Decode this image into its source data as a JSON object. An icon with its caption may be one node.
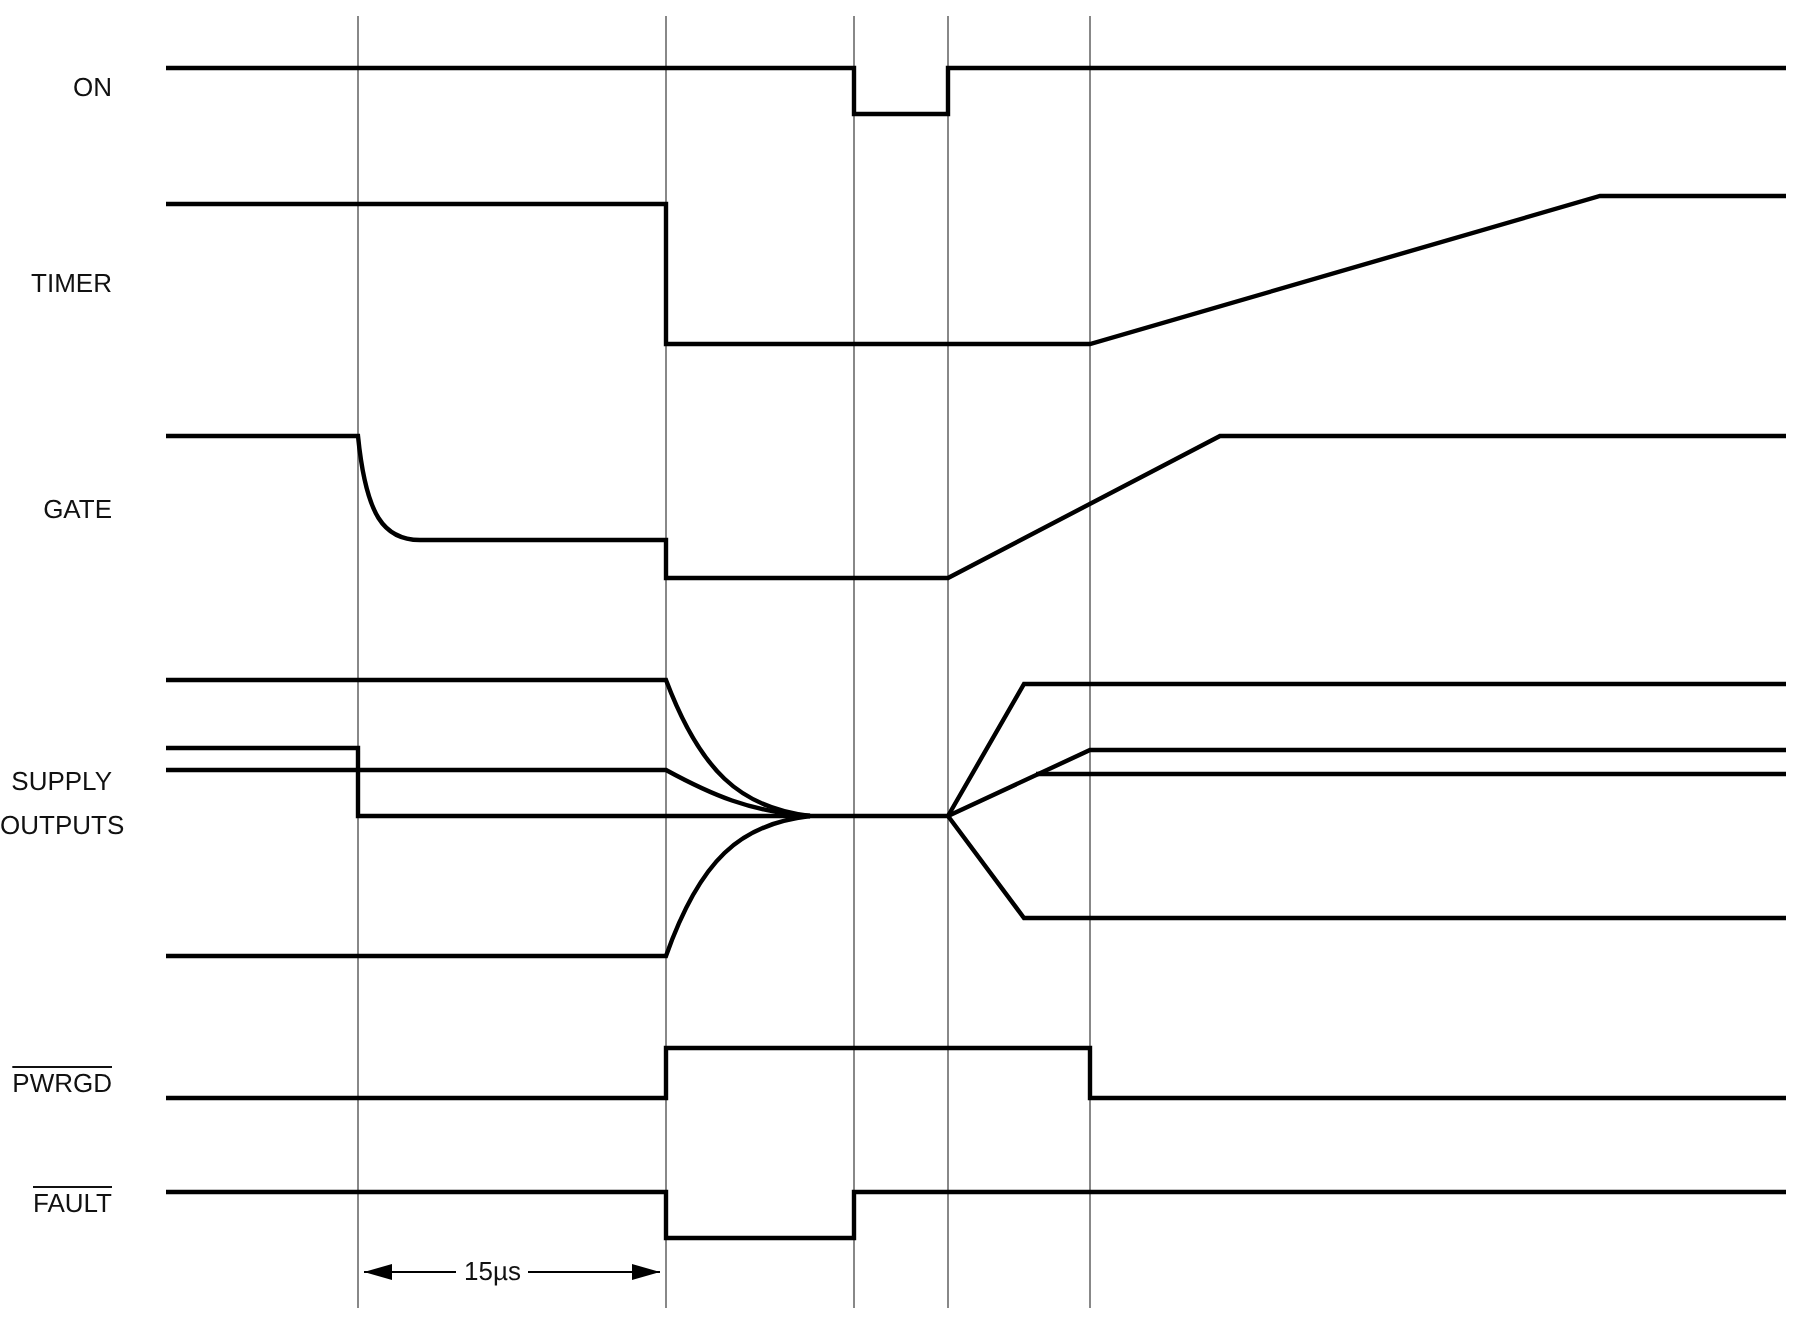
{
  "diagram": {
    "labels": [
      "ON",
      "TIMER",
      "GATE",
      "SUPPLY OUTPUTS",
      "PWRGD",
      "FAULT",
      "15µs"
    ]
  }
}
